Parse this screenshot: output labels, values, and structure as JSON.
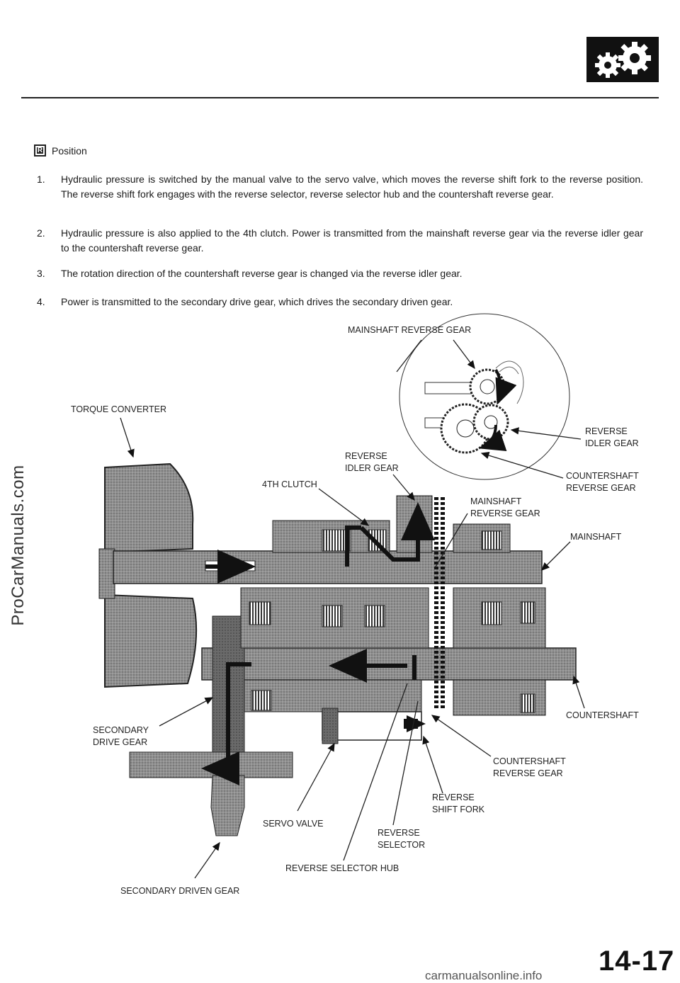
{
  "header": {
    "logo_icon": "gears-icon"
  },
  "side_watermark": "ProCarManuals.com",
  "section": {
    "badge": "R",
    "title": "Position"
  },
  "steps": [
    {
      "num": "1.",
      "text": "Hydraulic pressure is switched by the manual valve to the servo valve, which moves the reverse shift fork to the reverse position. The reverse shift fork engages with the reverse selector, reverse selector hub and the countershaft reverse gear."
    },
    {
      "num": "2.",
      "text": "Hydraulic pressure is also applied to the 4th clutch. Power is transmitted from the mainshaft reverse gear via the reverse idler gear to the countershaft reverse gear."
    },
    {
      "num": "3.",
      "text": "The rotation direction of the countershaft reverse gear is changed via the reverse idler gear."
    },
    {
      "num": "4.",
      "text": "Power is transmitted to the secondary drive gear, which drives the secondary driven gear."
    }
  ],
  "diagram_labels": {
    "mainshaft_reverse_gear_top": "MAINSHAFT REVERSE GEAR",
    "torque_converter": "TORQUE CONVERTER",
    "reverse_idler_gear_right_1": "REVERSE",
    "reverse_idler_gear_right_2": "IDLER GEAR",
    "reverse_idler_gear_mid_1": "REVERSE",
    "reverse_idler_gear_mid_2": "IDLER GEAR",
    "countershaft_reverse_gear_right_1": "COUNTERSHAFT",
    "countershaft_reverse_gear_right_2": "REVERSE GEAR",
    "fourth_clutch": "4TH CLUTCH",
    "mainshaft_reverse_gear_mid_1": "MAINSHAFT",
    "mainshaft_reverse_gear_mid_2": "REVERSE GEAR",
    "mainshaft": "MAINSHAFT",
    "countershaft": "COUNTERSHAFT",
    "secondary_drive_gear_1": "SECONDARY",
    "secondary_drive_gear_2": "DRIVE GEAR",
    "countershaft_reverse_gear_low_1": "COUNTERSHAFT",
    "countershaft_reverse_gear_low_2": "REVERSE GEAR",
    "reverse_shift_fork_1": "REVERSE",
    "reverse_shift_fork_2": "SHIFT FORK",
    "servo_valve": "SERVO VALVE",
    "reverse_selector_1": "REVERSE",
    "reverse_selector_2": "SELECTOR",
    "reverse_selector_hub": "REVERSE SELECTOR HUB",
    "secondary_driven_gear": "SECONDARY DRIVEN GEAR"
  },
  "page_number": "14-17",
  "footer_watermark": "carmanualsonline.info"
}
